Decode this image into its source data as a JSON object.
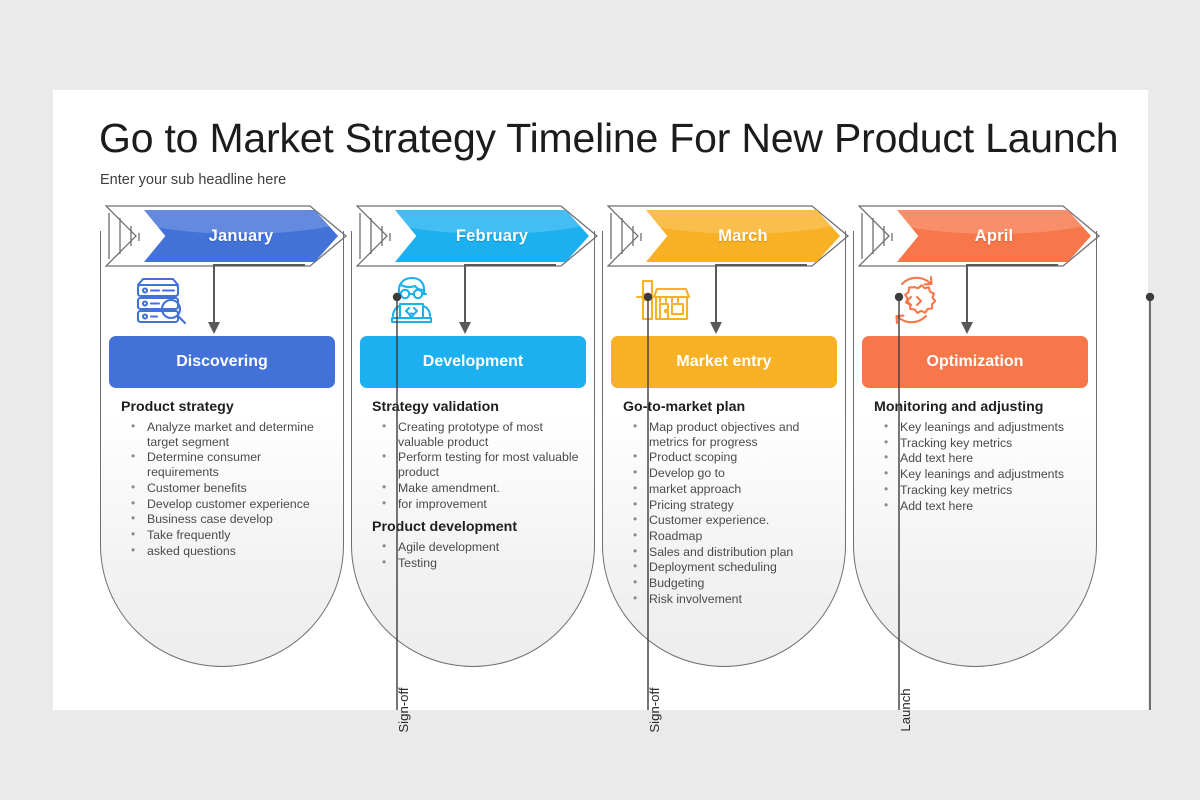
{
  "slide": {
    "title": "Go to Market Strategy Timeline For New Product Launch",
    "subtitle": "Enter your sub headline here"
  },
  "colors": {
    "january": "#4271d8",
    "february": "#1cb0f0",
    "march": "#f8b024",
    "april": "#f7774a",
    "outline": "#6f6f6f",
    "page_background": "#eaeaea",
    "slide_background": "#ffffff"
  },
  "columns": [
    {
      "month": "January",
      "accent": "#4271d8",
      "icon": "server-search-icon",
      "phase": "Discovering",
      "groups": [
        {
          "heading": "Product strategy",
          "items": [
            "Analyze market and determine target segment",
            "Determine consumer requirements",
            "Customer benefits",
            "Develop customer experience",
            "Business case develop",
            "Take frequently",
            "asked questions"
          ]
        }
      ]
    },
    {
      "month": "February",
      "accent": "#1cb0f0",
      "icon": "developer-laptop-icon",
      "phase": "Development",
      "groups": [
        {
          "heading": "Strategy validation",
          "items": [
            "Creating prototype of most valuable product",
            "Perform testing for most valuable product",
            "Make amendment.",
            "for improvement"
          ]
        },
        {
          "heading": "Product development",
          "items": [
            "Agile development",
            "Testing"
          ]
        }
      ]
    },
    {
      "month": "March",
      "accent": "#f8b024",
      "icon": "storefront-entry-icon",
      "phase": "Market entry",
      "groups": [
        {
          "heading": "Go-to-market plan",
          "items": [
            "Map product objectives  and metrics for progress",
            "Product scoping",
            "Develop go to",
            "market approach",
            "Pricing strategy",
            "Customer experience.",
            "Roadmap",
            "Sales and distribution plan",
            "Deployment scheduling",
            "Budgeting",
            "Risk involvement"
          ]
        }
      ]
    },
    {
      "month": "April",
      "accent": "#f7774a",
      "icon": "gear-code-refresh-icon",
      "phase": "Optimization",
      "groups": [
        {
          "heading": "Monitoring and adjusting",
          "items": [
            "Key leanings and adjustments",
            "Tracking key metrics",
            "Add text here",
            "Key leanings and adjustments",
            "Tracking key metrics",
            "Add text here"
          ]
        }
      ]
    }
  ],
  "connectors": [
    {
      "label": "Sign-off"
    },
    {
      "label": "Sign-off"
    },
    {
      "label": "Launch"
    },
    {
      "label": ""
    }
  ]
}
